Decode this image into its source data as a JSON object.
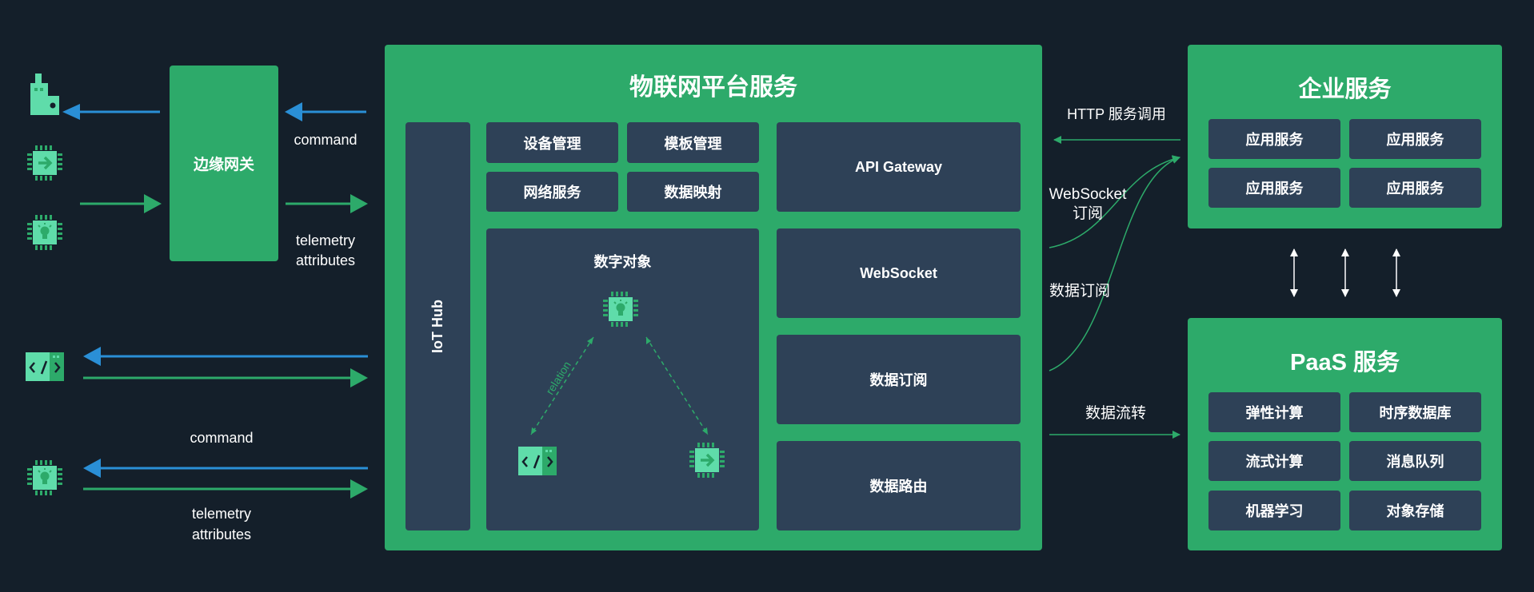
{
  "colors": {
    "background": "#141f2a",
    "panel_green": "#2daa6a",
    "box_dark": "#2e4157",
    "arrow_blue": "#2a8fd6",
    "arrow_green": "#2daa6a",
    "icon_mint": "#5fdcaa"
  },
  "left": {
    "gateway_label": "边缘网关",
    "top_command": "command",
    "top_telemetry": "telemetry",
    "top_attributes": "attributes",
    "bottom_command": "command",
    "bottom_telemetry": "telemetry",
    "bottom_attributes": "attributes",
    "icons": [
      "building-icon",
      "chip-arrow-icon",
      "chip-bulb-icon",
      "code-window-icon",
      "chip-bulb-icon"
    ]
  },
  "platform": {
    "title": "物联网平台服务",
    "iot_hub": "IoT Hub",
    "grid": [
      "设备管理",
      "模板管理",
      "网络服务",
      "数据映射"
    ],
    "digital_object": {
      "title": "数字对象",
      "relation": "relation"
    },
    "right_column": [
      "API Gateway",
      "WebSocket",
      "数据订阅",
      "数据路由"
    ]
  },
  "connections": {
    "http": "HTTP 服务调用",
    "websocket_line1": "WebSocket",
    "websocket_line2": "订阅",
    "data_subscribe": "数据订阅",
    "data_flow": "数据流转"
  },
  "enterprise": {
    "title": "企业服务",
    "items": [
      "应用服务",
      "应用服务",
      "应用服务",
      "应用服务"
    ]
  },
  "paas": {
    "title": "PaaS 服务",
    "items": [
      "弹性计算",
      "时序数据库",
      "流式计算",
      "消息队列",
      "机器学习",
      "对象存储"
    ]
  }
}
